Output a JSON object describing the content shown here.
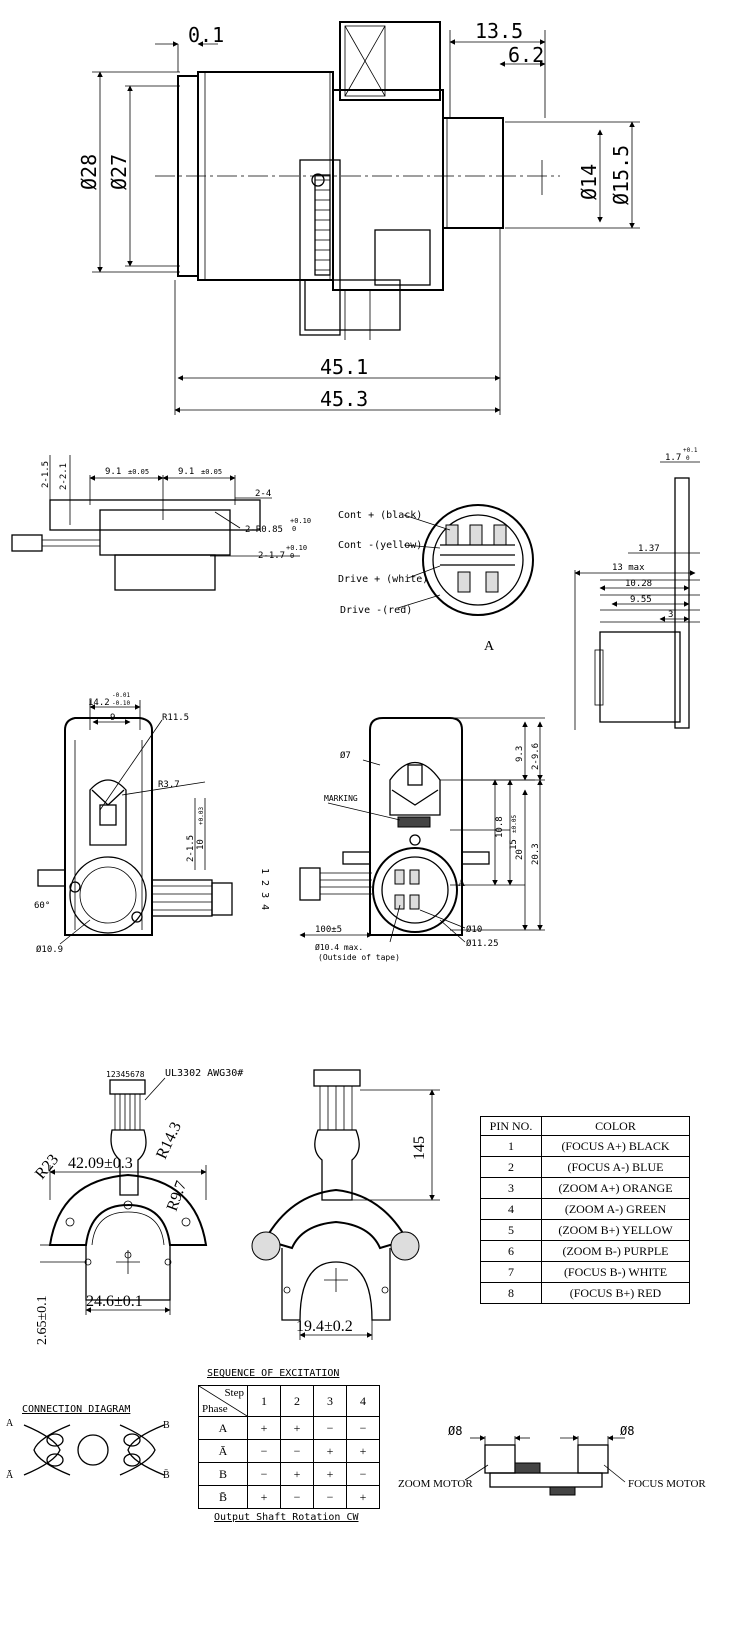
{
  "main_view": {
    "dims": {
      "d_0_1": "0.1",
      "d_13_5": "13.5",
      "d_6_2": "6.2",
      "d_28": "Ø28",
      "d_27": "Ø27",
      "d_14": "Ø14",
      "d_15_5": "Ø15.5",
      "d_45_1": "45.1",
      "d_45_3": "45.3"
    }
  },
  "side_views": {
    "dims": {
      "a": "2-1.5",
      "b": "2-2.1",
      "c": "9.1",
      "c_tol": "±0.05",
      "d": "9.1",
      "d_tol": "±0.05",
      "e": "2-4",
      "f": "2-R0.85",
      "f_tol_up": "+0.10",
      "f_tol_dn": "0",
      "g": "2-1.7",
      "g_tol_up": "+0.10",
      "g_tol_dn": "0",
      "r1": "1.7",
      "r1_up": "+0.1",
      "r1_dn": "0",
      "r2": "1.37",
      "r3": "13 max",
      "r4": "10.28",
      "r5": "9.55",
      "r6": "3"
    },
    "wires": {
      "w1": "Cont + (black)",
      "w2": "Cont -(yellow)",
      "w3": "Drive + (white)",
      "w4": "Drive -(red)",
      "label": "A"
    }
  },
  "mid_views": {
    "dims": {
      "m1": "14.2",
      "m1_up": "-0.01",
      "m1_dn": "-0.10",
      "m2": "9",
      "m3": "R11.5",
      "m4": "R3.7",
      "m5": "2-1.5",
      "m6": "10",
      "m6_tol": "+0.03",
      "m7": "60°",
      "m8": "Ø10.9",
      "pins": "1 2 3 4",
      "n1": "Ø7",
      "n2": "MARKING",
      "n3": "9.3",
      "n4": "2-9.6",
      "n5": "10.8",
      "n6": "15",
      "n6_tol": "±0.05",
      "n7": "20",
      "n8": "20.3",
      "n9": "100±5",
      "n10": "Ø10",
      "n11": "Ø11.25",
      "n12": "Ø10.4 max.",
      "n13": "(Outside of tape)",
      "n14": "A"
    }
  },
  "bottom_views": {
    "dims": {
      "b1": "12345678",
      "b2": "UL3302 AWG30#",
      "b3": "42.09±0.3",
      "b4": "R14.3",
      "b5": "R23",
      "b6": "R9.7",
      "b7": "2.65±0.1",
      "b8": "24.6±0.1",
      "b9": "145",
      "b10": "19.4±0.2"
    }
  },
  "pin_table": {
    "headers": [
      "PIN NO.",
      "COLOR"
    ],
    "rows": [
      {
        "pin": "1",
        "color": "(FOCUS A+) BLACK"
      },
      {
        "pin": "2",
        "color": "(FOCUS A-) BLUE"
      },
      {
        "pin": "3",
        "color": "(ZOOM A+) ORANGE"
      },
      {
        "pin": "4",
        "color": "(ZOOM A-) GREEN"
      },
      {
        "pin": "5",
        "color": "(ZOOM B+) YELLOW"
      },
      {
        "pin": "6",
        "color": "(ZOOM B-) PURPLE"
      },
      {
        "pin": "7",
        "color": "(FOCUS B-) WHITE"
      },
      {
        "pin": "8",
        "color": "(FOCUS B+) RED"
      }
    ]
  },
  "sequence": {
    "title": "SEQUENCE OF EXCITATION",
    "step_label": "Step",
    "phase_label": "Phase",
    "steps": [
      "1",
      "2",
      "3",
      "4"
    ],
    "rows": [
      {
        "phase": "A",
        "vals": [
          "+",
          "+",
          "−",
          "−"
        ]
      },
      {
        "phase": "Ā",
        "vals": [
          "−",
          "−",
          "+",
          "+"
        ]
      },
      {
        "phase": "B",
        "vals": [
          "−",
          "+",
          "+",
          "−"
        ]
      },
      {
        "phase": "B̄",
        "vals": [
          "+",
          "−",
          "−",
          "+"
        ]
      }
    ],
    "footer": "Output Shaft Rotation CW"
  },
  "connection": {
    "title": "CONNECTION DIAGRAM",
    "a": "A",
    "abar": "Ā",
    "b": "B",
    "bbar": "B̄"
  },
  "motors": {
    "d1": "Ø8",
    "d2": "Ø8",
    "zoom": "ZOOM MOTOR",
    "focus": "FOCUS MOTOR"
  }
}
